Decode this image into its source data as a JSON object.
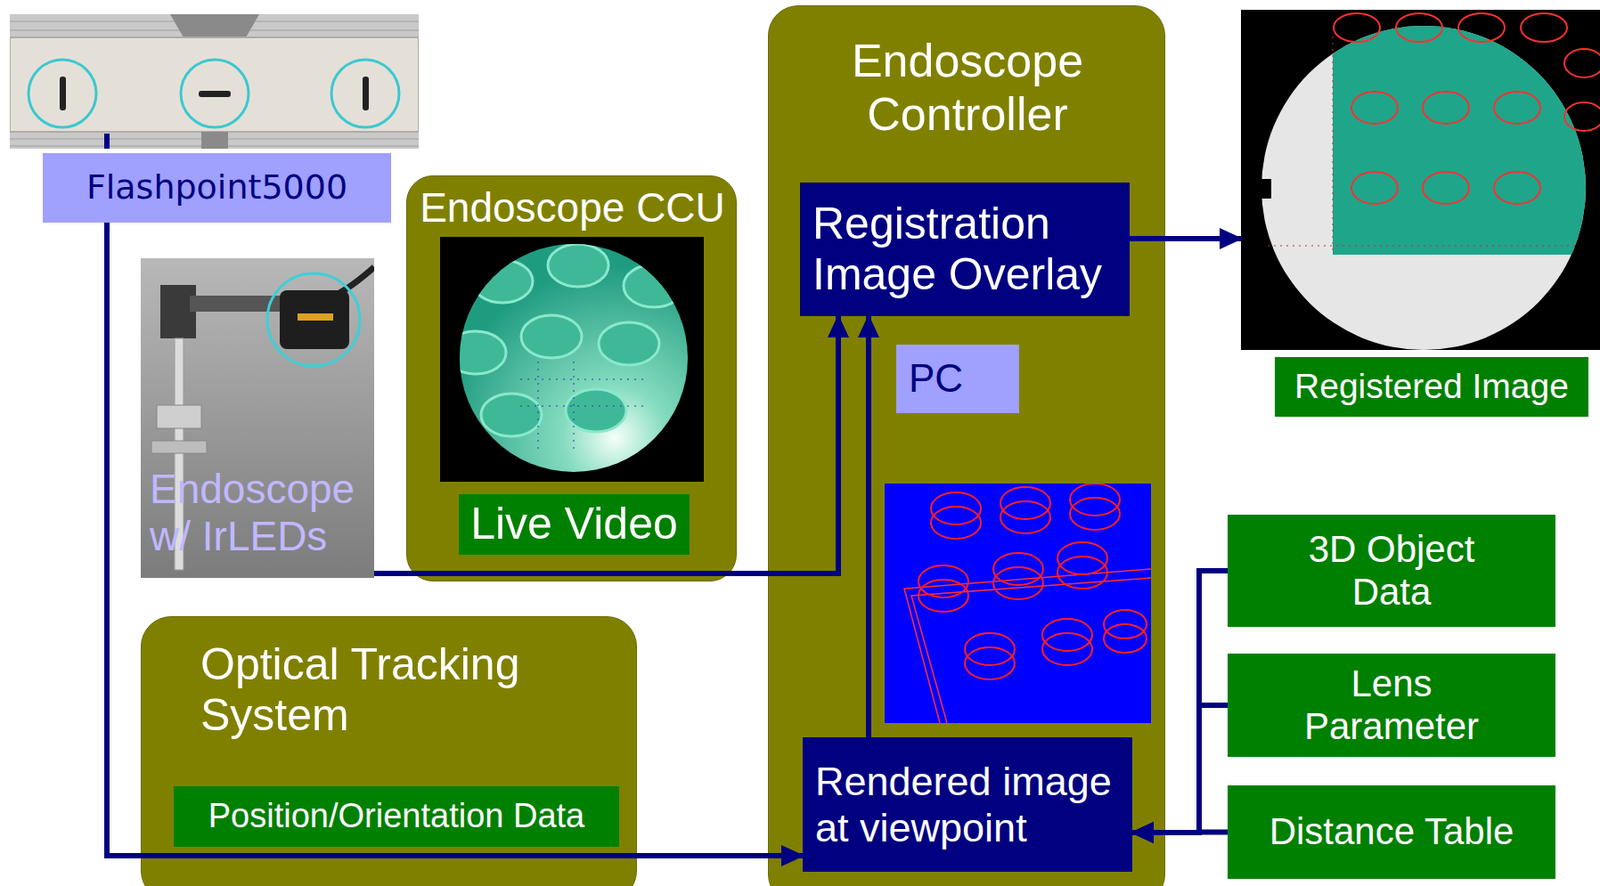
{
  "diagram": {
    "nodes": [
      {
        "text": [
          "Flashpoint5000"
        ]
      },
      {
        "text": [
          "Endoscope CCU"
        ]
      },
      {
        "text": [
          "Live Video"
        ],
        "in": 1
      },
      {
        "text": [
          "Endoscope w/ IrLEDs"
        ]
      },
      {
        "text": [
          "Endoscope Controller"
        ]
      },
      {
        "text": [
          "Registration Image Overlay"
        ],
        "in": 4
      },
      {
        "text": [
          "PC"
        ],
        "in": 4
      },
      {
        "text": [
          "Rendered image at viewpoint"
        ],
        "in": 4
      },
      {
        "text": [
          "Registered Image"
        ]
      },
      {
        "text": [
          "Optical Tracking System"
        ]
      },
      {
        "text": [
          "Position/Orientation Data"
        ],
        "in": 9
      },
      {
        "text": [
          "3D Object Data"
        ]
      },
      {
        "text": [
          "Lens Parameter"
        ]
      },
      {
        "text": [
          "Distance Table"
        ]
      }
    ],
    "edges": [
      {
        "from": 0,
        "to": 7,
        "arrow": "to"
      },
      {
        "from": 3,
        "to": 5,
        "arrow": "to"
      },
      {
        "from": 7,
        "to": 5,
        "arrow": "to"
      },
      {
        "from": 5,
        "to": 8,
        "arrow": "to"
      },
      {
        "from": 11,
        "to": 7,
        "arrow": "to"
      },
      {
        "from": 12,
        "to": 7,
        "arrow": "to"
      },
      {
        "from": 13,
        "to": 7,
        "arrow": "to"
      }
    ]
  }
}
